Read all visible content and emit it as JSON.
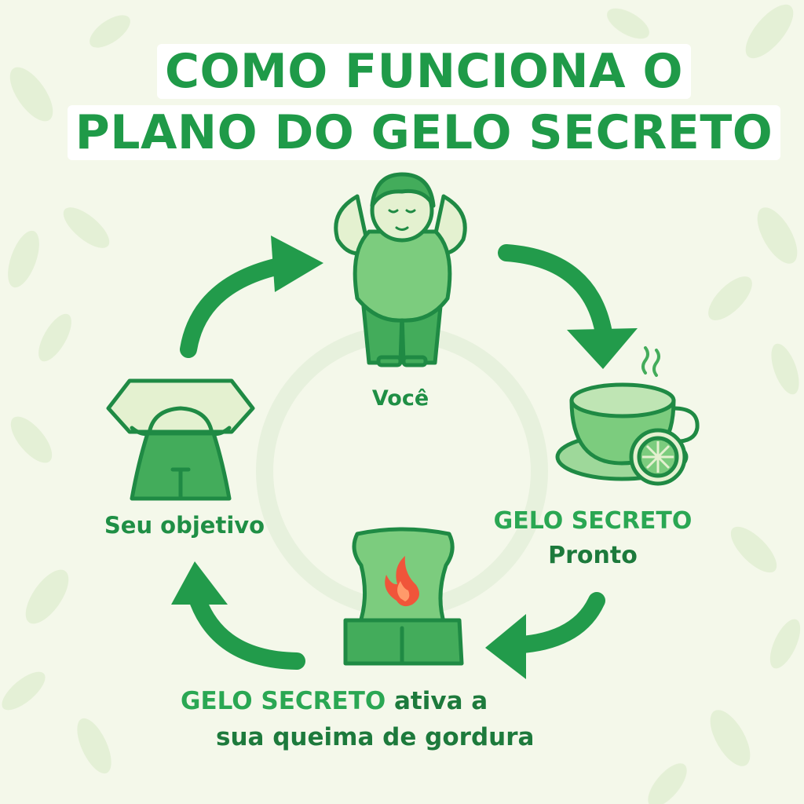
{
  "title": {
    "line1": "COMO FUNCIONA O",
    "line2": "PLANO DO GELO SECRETO"
  },
  "steps": {
    "voce": "Você",
    "pronto_line1": "GELO SECRETO",
    "pronto_line2": "Pronto",
    "ativa_highlight": "GELO SECRETO",
    "ativa_rest": " ativa a",
    "ativa_line2": "sua queima de gordura",
    "objetivo": "Seu objetivo"
  },
  "colors": {
    "background": "#f4f8ea",
    "primary_green": "#1f9a48",
    "light_green": "#7ccc7e",
    "flame": "#f0553a"
  },
  "icons": [
    "person-icon",
    "tea-cup-icon",
    "belly-fat-burn-icon",
    "slim-waist-icon",
    "cycle-arrow-icon"
  ]
}
